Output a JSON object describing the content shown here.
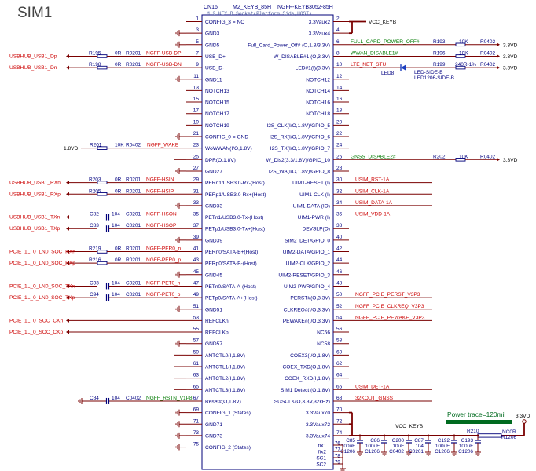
{
  "sheet_title": "SIM1",
  "connector": {
    "ref": "CN16",
    "type": "M2_KEYB_85H",
    "part": "NGFF-KEYB3052-85H",
    "subtitle": "M.2 KEY B Socket(Platform Side,HOST)"
  },
  "left_pins": [
    {
      "num": "1",
      "name": "CONFIG_3 = NC",
      "kind": "none"
    },
    {
      "num": "3",
      "name": "GND3",
      "kind": "gnd"
    },
    {
      "num": "5",
      "name": "GND5",
      "kind": "gnd"
    },
    {
      "num": "7",
      "name": "USB_D+",
      "kind": "res",
      "comp": "R195",
      "val": "0R",
      "pkg": "R0201",
      "net": "NGFF-USB-DP",
      "ext": "USBHUB_USB1_Dp"
    },
    {
      "num": "9",
      "name": "USB_D-",
      "kind": "res",
      "comp": "R198",
      "val": "0R",
      "pkg": "R0201",
      "net": "NGFF-USB-DN",
      "ext": "USBHUB_USB1_Dn"
    },
    {
      "num": "11",
      "name": "GND11",
      "kind": "gnd"
    },
    {
      "num": "13",
      "name": "NOTCH13",
      "kind": "none"
    },
    {
      "num": "15",
      "name": "NOTCH15",
      "kind": "none"
    },
    {
      "num": "17",
      "name": "NOTCH17",
      "kind": "none"
    },
    {
      "num": "19",
      "name": "NOTCH19",
      "kind": "none"
    },
    {
      "num": "21",
      "name": "CONFIG_0 = GND",
      "kind": "gnd"
    },
    {
      "num": "23",
      "name": "WoWWAN(I/O,1.8V)",
      "kind": "pullres",
      "comp": "R201",
      "val": "10K",
      "pkg": "R0402",
      "net": "NGFF_WAKE",
      "ext": "1.8VD"
    },
    {
      "num": "25",
      "name": "DPR(O,1.8V)",
      "kind": "wire"
    },
    {
      "num": "27",
      "name": "GND27",
      "kind": "gnd"
    },
    {
      "num": "29",
      "name": "PERn1/USB3.0-Rx-(Host)",
      "kind": "res",
      "comp": "R203",
      "val": "0R",
      "pkg": "R0201",
      "net": "NGFF-HSIN",
      "ext": "USBHUB_USB1_RXn"
    },
    {
      "num": "31",
      "name": "PERp1/USB3.0-Rx+(Host)",
      "kind": "res",
      "comp": "R205",
      "val": "0R",
      "pkg": "R0201",
      "net": "NGFF-HSIP",
      "ext": "USBHUB_USB1_RXp"
    },
    {
      "num": "33",
      "name": "GND33",
      "kind": "gnd"
    },
    {
      "num": "35",
      "name": "PETn1/USB3.0-Tx-(Host)",
      "kind": "cap",
      "comp": "C82",
      "val": "104",
      "pkg": "C0201",
      "net": "NGFF-HSON",
      "ext": "USBHUB_USB1_TXn"
    },
    {
      "num": "37",
      "name": "PETp1/USB3.0-Tx+(Host)",
      "kind": "cap",
      "comp": "C83",
      "val": "104",
      "pkg": "C0201",
      "net": "NGFF-HSOP",
      "ext": "USBHUB_USB1_TXp"
    },
    {
      "num": "39",
      "name": "GND39",
      "kind": "gnd"
    },
    {
      "num": "41",
      "name": "PERn0/SATA-B+(Host)",
      "kind": "res",
      "comp": "R219",
      "val": "0R",
      "pkg": "R0201",
      "net": "NGFF-PER0_n",
      "ext": "PCIE_1L_0_LN0_SOC_RXn"
    },
    {
      "num": "43",
      "name": "PERp0/SATA-B-(Host)",
      "kind": "res",
      "comp": "R216",
      "val": "0R",
      "pkg": "R0201",
      "net": "NGFF-PER0_p",
      "ext": "PCIE_1L_0_LN0_SOC_RXp"
    },
    {
      "num": "45",
      "name": "GND45",
      "kind": "gnd"
    },
    {
      "num": "47",
      "name": "PETn0/SATA-A-(Host)",
      "kind": "cap",
      "comp": "C93",
      "val": "104",
      "pkg": "C0201",
      "net": "NGFF-PET0_n",
      "ext": "PCIE_1L_0_LN0_SOC_TXn"
    },
    {
      "num": "49",
      "name": "PETp0/SATA-A+(Host)",
      "kind": "cap",
      "comp": "C94",
      "val": "104",
      "pkg": "C0201",
      "net": "NGFF-PET0_p",
      "ext": "PCIE_1L_0_LN0_SOC_TXp"
    },
    {
      "num": "51",
      "name": "GND51",
      "kind": "gnd"
    },
    {
      "num": "53",
      "name": "REFCLKn",
      "kind": "line",
      "ext": "PCIE_1L_0_SOC_CKn"
    },
    {
      "num": "55",
      "name": "REFCLKp",
      "kind": "line",
      "ext": "PCIE_1L_0_SOC_CKp"
    },
    {
      "num": "57",
      "name": "GND57",
      "kind": "gnd"
    },
    {
      "num": "59",
      "name": "ANTCTL0(I,1.8V)",
      "kind": "wire"
    },
    {
      "num": "61",
      "name": "ANTCTL1(I,1.8V)",
      "kind": "wire"
    },
    {
      "num": "63",
      "name": "ANTCTL2(I,1.8V)",
      "kind": "wire"
    },
    {
      "num": "65",
      "name": "ANTCTL3(I,1.8V)",
      "kind": "wire"
    },
    {
      "num": "67",
      "name": "Reset#(O,1.8V)",
      "kind": "capgnd",
      "comp": "C84",
      "val": "104",
      "pkg": "C0402",
      "net": "NGFF_RSTN_V1P8"
    },
    {
      "num": "69",
      "name": "CONFIG_1 (States)",
      "kind": "gnd"
    },
    {
      "num": "71",
      "name": "GND71",
      "kind": "gnd"
    },
    {
      "num": "73",
      "name": "GND73",
      "kind": "gnd"
    },
    {
      "num": "75",
      "name": "CONFIG_2 (States)",
      "kind": "gnd"
    }
  ],
  "right_pins": [
    {
      "num": "2",
      "name": "3.3Vaux2",
      "net": "VCC_KEYB",
      "kind": "vcc"
    },
    {
      "num": "4",
      "name": "3.3Vaux4",
      "kind": "bus"
    },
    {
      "num": "6",
      "name": "Full_Card_Power_Off# (O,1.8/3.3V)",
      "net": "FULL_CARD_POWER_OFF#",
      "kind": "pull",
      "comp": "R193",
      "val": "10K",
      "pkg": "R0402",
      "ext": "3.3VD"
    },
    {
      "num": "8",
      "name": "W_DISABLE#1 (O,3.3V)",
      "net": "WWAN_DISABLE1#",
      "kind": "pull",
      "comp": "R196",
      "val": "10K",
      "pkg": "R0402",
      "ext": "3.3VD"
    },
    {
      "num": "10",
      "name": "LED#1(I)(3.3V)",
      "net": "LTE_NET_STU",
      "kind": "led",
      "comp": "R199",
      "val": "240R-1%",
      "pkg": "R0402",
      "ext": "3.3VD"
    },
    {
      "num": "12",
      "name": "NOTCH12",
      "kind": "none"
    },
    {
      "num": "14",
      "name": "NOTCH14",
      "kind": "none"
    },
    {
      "num": "16",
      "name": "NOTCH16",
      "kind": "none"
    },
    {
      "num": "18",
      "name": "NOTCH18",
      "kind": "none"
    },
    {
      "num": "20",
      "name": "I2S_CLK(I/O,1.8V)/GPIO_5",
      "kind": "stub"
    },
    {
      "num": "22",
      "name": "I2S_RX(I/O,1.8V)/GPIO_6",
      "kind": "stub"
    },
    {
      "num": "24",
      "name": "I2S_TX(I/O,1.8V)/GPIO_7",
      "kind": "stub"
    },
    {
      "num": "26",
      "name": "W_Dis2(3.3/1.8V)/GPIO_10",
      "net": "GNSS_DISABLE2#",
      "kind": "pull",
      "comp": "R202",
      "val": "10K",
      "pkg": "R0402",
      "ext": "3.3VD"
    },
    {
      "num": "28",
      "name": "I2S_WA(I/O,1.8V)/GPIO_8",
      "kind": "stub"
    },
    {
      "num": "30",
      "name": "UIM1-RESET (I)",
      "net": "USIM_RST-1A",
      "kind": "sig"
    },
    {
      "num": "32",
      "name": "UIM1-CLK (I)",
      "net": "USIM_CLK-1A",
      "kind": "sig"
    },
    {
      "num": "34",
      "name": "UIM1-DATA (IO)",
      "net": "USIM_DATA-1A",
      "kind": "sig"
    },
    {
      "num": "36",
      "name": "UIM1-PWR (I)",
      "net": "USIM_VDD-1A",
      "kind": "sig"
    },
    {
      "num": "38",
      "name": "DEVSLP(O)",
      "kind": "stub"
    },
    {
      "num": "40",
      "name": "SIM2_DET/GPIO_0",
      "kind": "stub"
    },
    {
      "num": "42",
      "name": "UIM2-DATA/GPIO_1",
      "kind": "stub"
    },
    {
      "num": "44",
      "name": "UIM2-CLK/GPIO_2",
      "kind": "stub"
    },
    {
      "num": "46",
      "name": "UIM2-RESET/GPIO_3",
      "kind": "stub"
    },
    {
      "num": "48",
      "name": "UIM2-PWR/GPIO_4",
      "kind": "stub"
    },
    {
      "num": "50",
      "name": "PERST#(O,3.3V)",
      "net": "NGFF_PCIE_PERST_V3P3",
      "kind": "sig"
    },
    {
      "num": "52",
      "name": "CLKREQ#(I/O,3.3V)",
      "net": "NGFF_PCIE_CLKREQ_V3P3",
      "kind": "sig"
    },
    {
      "num": "54",
      "name": "PEWAKE#(I/O,3.3V)",
      "net": "NGFF_PCIE_PEWAKE_V3P3",
      "kind": "sig"
    },
    {
      "num": "56",
      "name": "NC56",
      "kind": "stub"
    },
    {
      "num": "58",
      "name": "NC58",
      "kind": "stub"
    },
    {
      "num": "60",
      "name": "COEX3(I/O,1.8V)",
      "kind": "stub"
    },
    {
      "num": "62",
      "name": "COEX_TXD(O,1.8V)",
      "kind": "stub"
    },
    {
      "num": "64",
      "name": "COEX_RXD(I,1.8V)",
      "kind": "stub"
    },
    {
      "num": "66",
      "name": "SIM1 Detect (O,1.8V)",
      "net": "USIM_DET-1A",
      "kind": "sig"
    },
    {
      "num": "68",
      "name": "SUSCLK(O,3.3V,32kHz)",
      "net": "32KOUT_GNSS",
      "kind": "sig"
    },
    {
      "num": "70",
      "name": "3.3Vaux70",
      "kind": "bus"
    },
    {
      "num": "72",
      "name": "3.3Vaux72",
      "kind": "bus"
    },
    {
      "num": "74",
      "name": "3.3Vaux74",
      "kind": "bus"
    }
  ],
  "fix_pins": [
    {
      "num": "76",
      "name": "fix1"
    },
    {
      "num": "77",
      "name": "fix2"
    },
    {
      "num": "78",
      "name": "SC1"
    },
    {
      "num": "79",
      "name": "SC2"
    }
  ],
  "led": {
    "ref": "LED8",
    "part": "LED-SIDE-B",
    "pkg": "LED1206-SIDE-B"
  },
  "bottom_net": "VCC_KEYB",
  "power_note": "Power trace=120mil",
  "rail_label": "3.3VD",
  "r210": {
    "ref": "R210",
    "val": "NC0R",
    "pkg": "R1206"
  },
  "decoupling_caps": [
    {
      "ref": "C85",
      "val": "100uF",
      "pkg": "C1206"
    },
    {
      "ref": "C86",
      "val": "100uF",
      "pkg": "C1206"
    },
    {
      "ref": "C200",
      "val": "10uF",
      "pkg": "C0402"
    },
    {
      "ref": "C87",
      "val": "104",
      "pkg": "C0201"
    },
    {
      "ref": "C192",
      "val": "100uF",
      "pkg": "C1206"
    },
    {
      "ref": "C193",
      "val": "100uF",
      "pkg": "C1206"
    }
  ],
  "colors": {
    "wire": "#7a0000",
    "label": "#cc0000",
    "green": "#007a00",
    "box": "#00007a",
    "text": "#000080",
    "power": "#006b1f"
  }
}
